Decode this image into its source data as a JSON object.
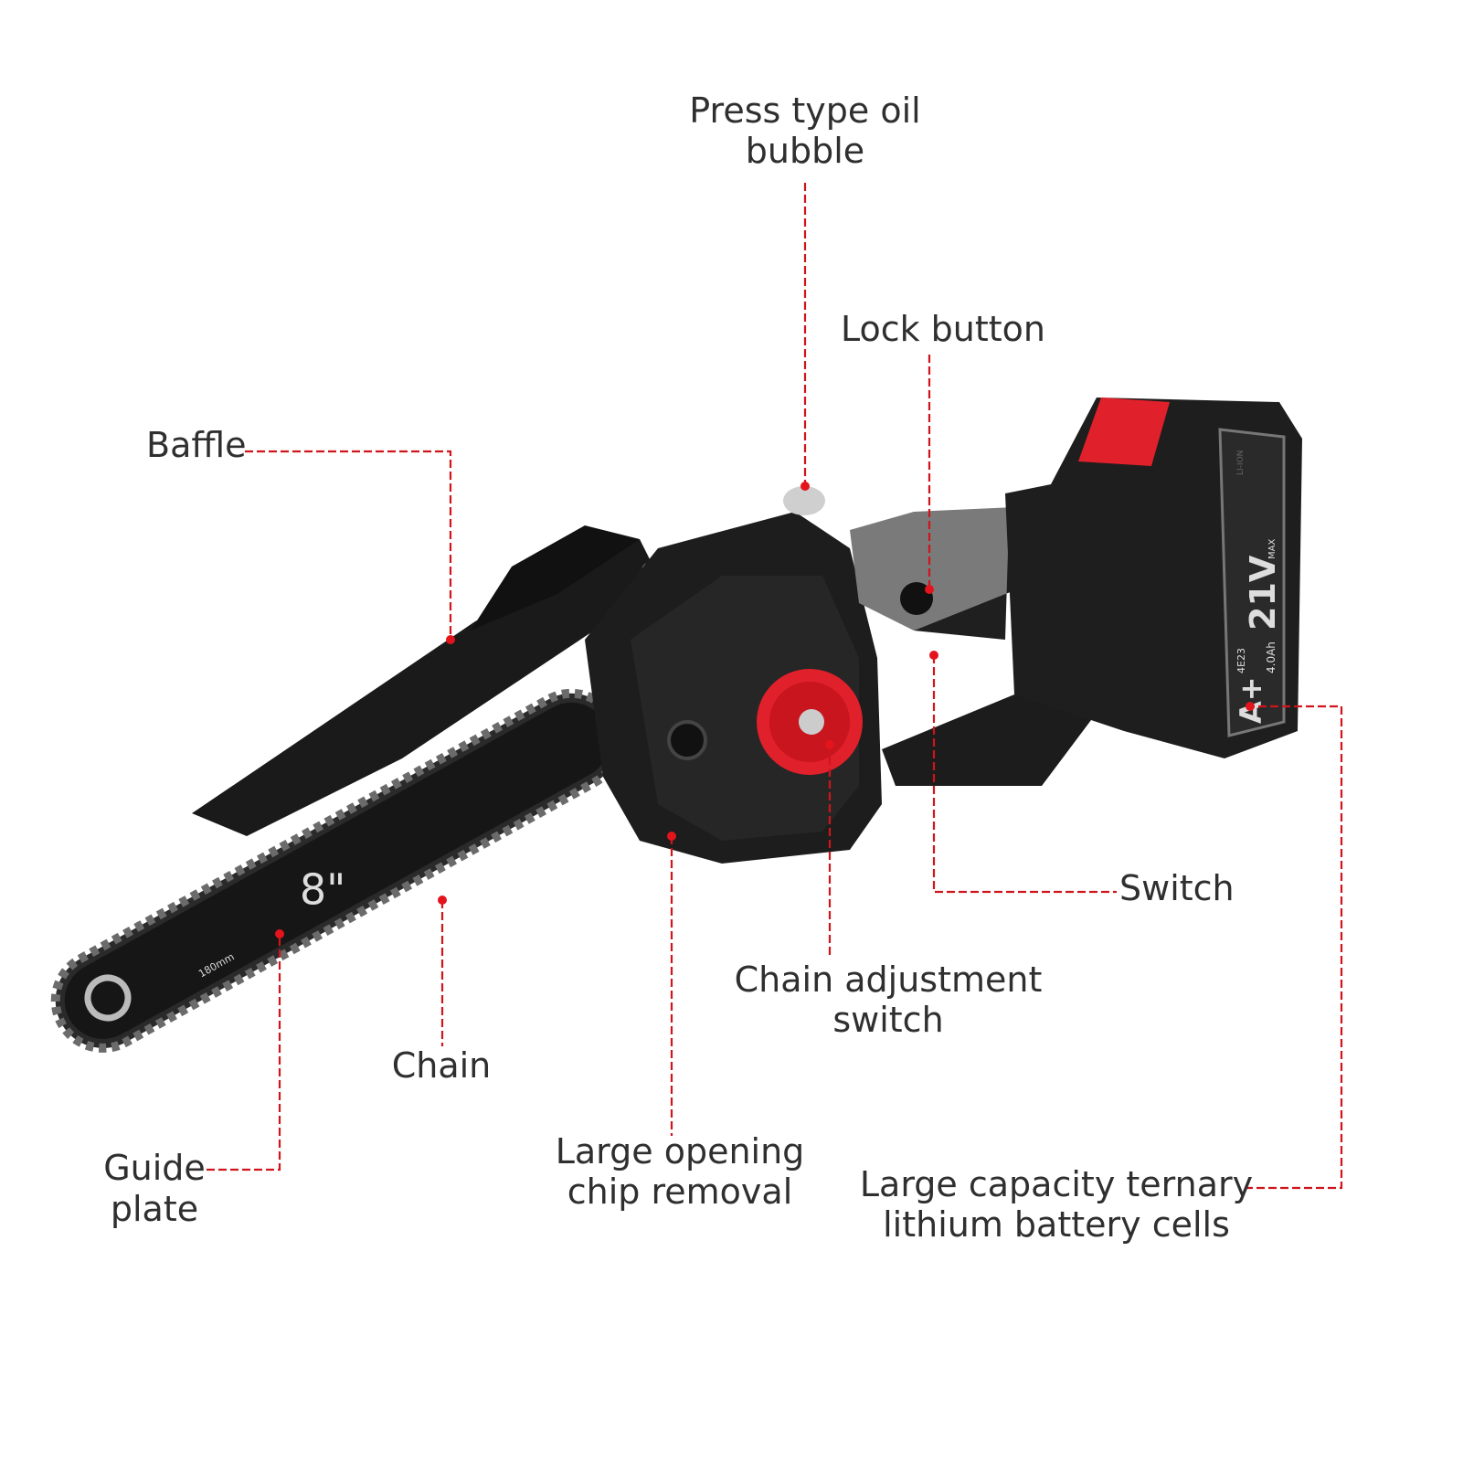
{
  "labels": {
    "oil_bubble": [
      "Press type oil",
      "bubble"
    ],
    "lock_button": "Lock button",
    "baffle": "Baffle",
    "switch": "Switch",
    "chain_adjustment": [
      "Chain adjustment",
      "switch"
    ],
    "chain": "Chain",
    "chip_removal": [
      "Large opening",
      "chip removal"
    ],
    "guide_plate": [
      "Guide",
      "plate"
    ],
    "battery_cells": [
      "Large capacity ternary",
      "lithium battery cells"
    ]
  },
  "product_markings": {
    "bar_size": "8\"",
    "bar_length": "180mm",
    "voltage": "21V",
    "voltage_max": "MAX",
    "capacity": "4.0Ah",
    "battery_brand": "A+",
    "battery_type": "LI-ION",
    "battery_code": "4E23"
  },
  "colors": {
    "leader_line": "#d0141c",
    "accent_red": "#e0202a",
    "body": "#1c1c1c",
    "grip": "#7a7a7a"
  }
}
